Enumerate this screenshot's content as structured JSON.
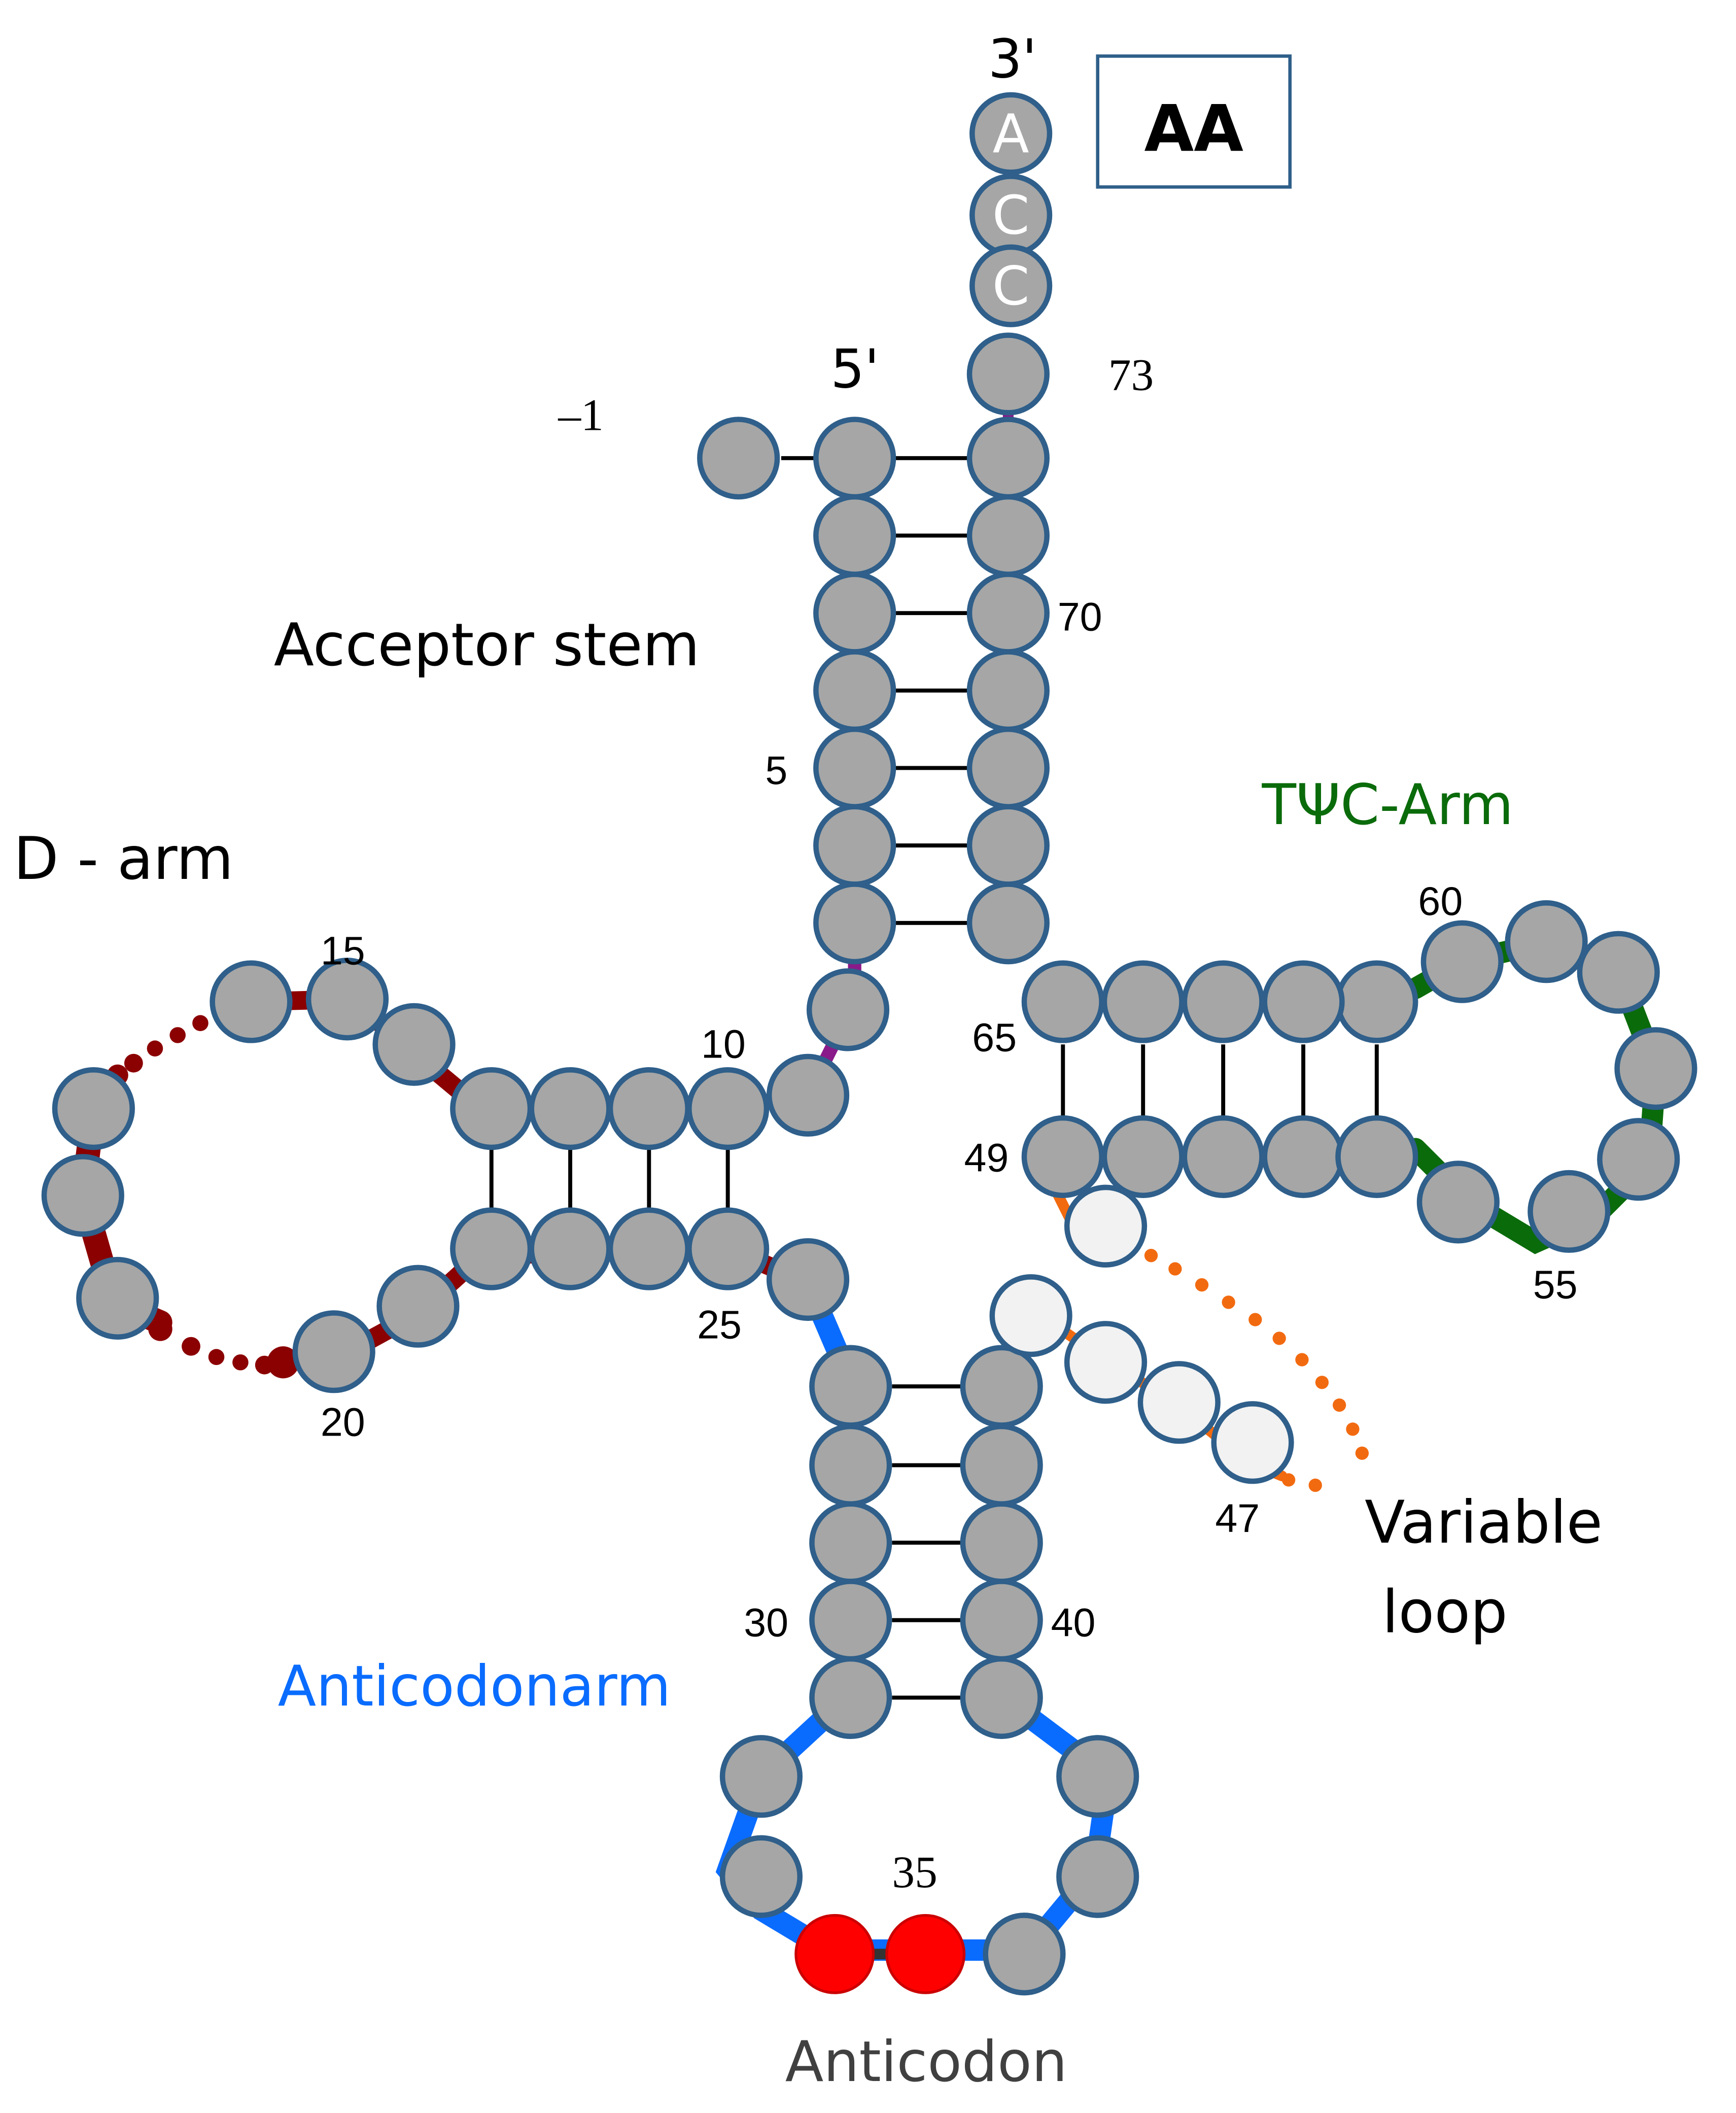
{
  "labels": {
    "three_prime": "3'",
    "five_prime": "5'",
    "amino_acid_box": "AA",
    "acceptor_stem": "Acceptor stem",
    "d_arm": "D - arm",
    "tpsic_arm": "TΨC-Arm",
    "anticodon_arm": "Anticodonarm",
    "variable_loop_line1": "Variable",
    "variable_loop_line2": "loop",
    "anticodon": "Anticodon"
  },
  "position_numbers": {
    "n_minus1": "–1",
    "n73": "73",
    "n70": "70",
    "n5": "5",
    "n60": "60",
    "n65": "65",
    "n15": "15",
    "n10": "10",
    "n49": "49",
    "n55": "55",
    "n25": "25",
    "n20": "20",
    "n47": "47",
    "n30": "30",
    "n40": "40",
    "n35": "35"
  },
  "cca_tail": [
    "A",
    "C",
    "C"
  ],
  "colors": {
    "nucleotide_fill": "#a6a6a6",
    "nucleotide_outline": "#2f5f8a",
    "variable_fill": "#f2f2f2",
    "anticodon_fill": "#ff0000",
    "d_arm_color": "#8b0000",
    "tpsic_color": "#0a6b0a",
    "anticodon_arm_color": "#0a6cff",
    "variable_color": "#f26a10",
    "acceptor_color": "#8a1a8a"
  }
}
